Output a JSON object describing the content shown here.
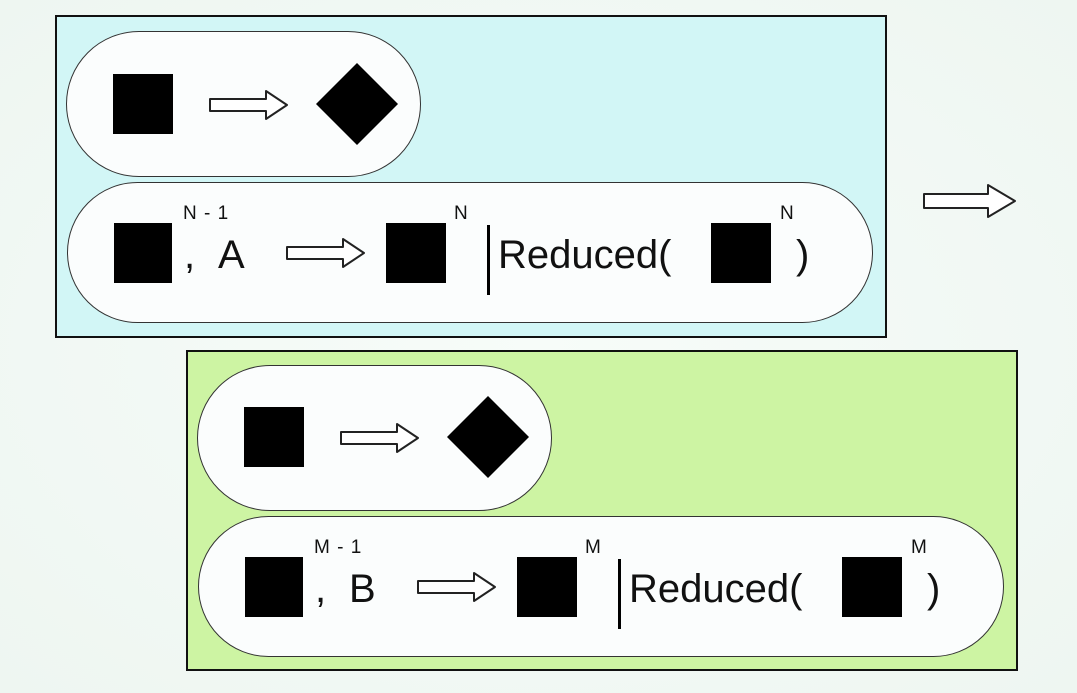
{
  "panels": [
    {
      "id": "panel-a",
      "background": "#d2f6f6",
      "rule_symbol_label": "A",
      "superscript_prev": "N - 1",
      "superscript": "N",
      "reduced_label": "Reduced(",
      "close_paren": ")",
      "comma": ","
    },
    {
      "id": "panel-b",
      "background": "#cdf4a3",
      "rule_symbol_label": "B",
      "superscript_prev": "M - 1",
      "superscript": "M",
      "reduced_label": "Reduced(",
      "close_paren": ")",
      "comma": ","
    }
  ],
  "icons": {
    "square": "black-square-icon",
    "diamond": "black-diamond-icon",
    "arrow": "hollow-right-arrow-icon"
  }
}
